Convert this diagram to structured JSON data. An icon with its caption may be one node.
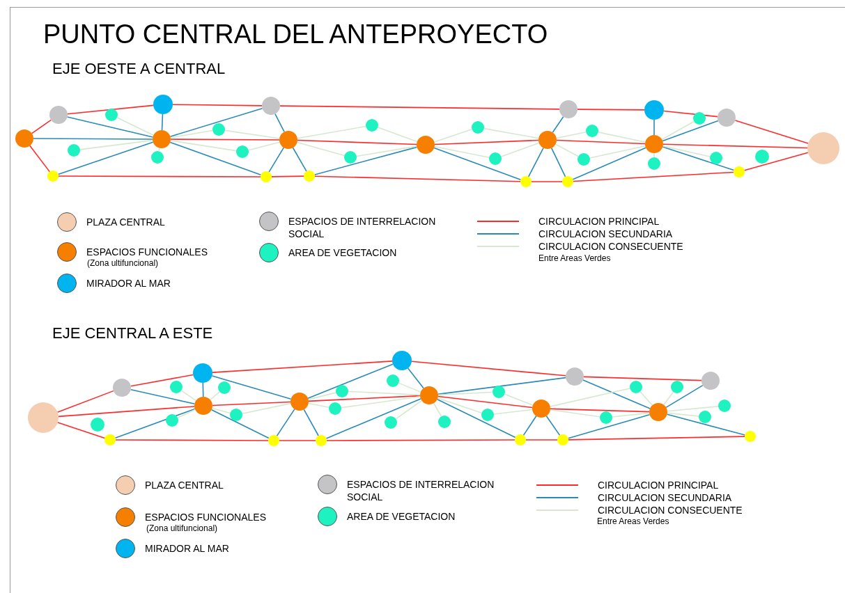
{
  "diagram": {
    "title": "PUNTO CENTRAL DEL ANTEPROYECTO",
    "nodes": [
      {
        "text": [],
        "shape": "circle"
      },
      {
        "text": [],
        "shape": "circle"
      },
      {
        "text": [],
        "shape": "circle"
      },
      {
        "text": [],
        "shape": "circle"
      },
      {
        "text": [],
        "shape": "circle"
      },
      {
        "text": [],
        "shape": "circle"
      },
      {
        "text": [],
        "shape": "circle"
      },
      {
        "text": [],
        "shape": "circle"
      },
      {
        "text": [],
        "shape": "circle"
      },
      {
        "text": [],
        "shape": "circle"
      },
      {
        "text": [],
        "shape": "circle"
      },
      {
        "text": [],
        "shape": "circle"
      },
      {
        "text": [],
        "shape": "circle"
      },
      {
        "text": [],
        "shape": "circle"
      },
      {
        "text": [],
        "shape": "circle"
      },
      {
        "text": [],
        "shape": "circle"
      },
      {
        "text": [],
        "shape": "circle"
      },
      {
        "text": [],
        "shape": "circle"
      },
      {
        "text": [],
        "shape": "circle"
      },
      {
        "text": [],
        "shape": "circle"
      },
      {
        "text": [],
        "shape": "circle"
      },
      {
        "text": [],
        "shape": "circle"
      },
      {
        "text": [],
        "shape": "circle"
      },
      {
        "text": [],
        "shape": "circle"
      },
      {
        "text": [],
        "shape": "circle"
      },
      {
        "text": [],
        "shape": "circle"
      },
      {
        "text": [],
        "shape": "circle"
      },
      {
        "text": [],
        "shape": "circle"
      },
      {
        "text": [],
        "shape": "circle"
      },
      {
        "text": [],
        "shape": "circle"
      },
      {
        "text": [],
        "shape": "circle"
      },
      {
        "text": [],
        "shape": "circle"
      },
      {
        "text": [],
        "shape": "circle"
      },
      {
        "text": [],
        "shape": "circle"
      },
      {
        "text": [],
        "shape": "circle"
      },
      {
        "text": [],
        "shape": "circle"
      },
      {
        "text": [],
        "shape": "circle"
      },
      {
        "text": [],
        "shape": "circle"
      },
      {
        "text": [],
        "shape": "circle"
      },
      {
        "text": [],
        "shape": "circle"
      },
      {
        "text": [],
        "shape": "circle"
      },
      {
        "text": [],
        "shape": "circle"
      },
      {
        "text": [],
        "shape": "circle"
      },
      {
        "text": [],
        "shape": "circle"
      },
      {
        "text": [],
        "shape": "circle"
      },
      {
        "text": [],
        "shape": "circle"
      },
      {
        "text": [],
        "shape": "circle"
      },
      {
        "text": [],
        "shape": "circle"
      },
      {
        "text": [],
        "shape": "circle"
      },
      {
        "text": [],
        "shape": "circle"
      },
      {
        "text": [],
        "shape": "circle"
      },
      {
        "text": [],
        "shape": "circle"
      },
      {
        "text": [],
        "shape": "circle"
      },
      {
        "text": [],
        "shape": "circle"
      },
      {
        "text": [],
        "shape": "circle"
      },
      {
        "text": [],
        "shape": "circle"
      },
      {
        "text": [],
        "shape": "circle"
      },
      {
        "text": [],
        "shape": "circle"
      },
      {
        "text": [],
        "shape": "circle"
      },
      {
        "text": [],
        "shape": "circle"
      },
      {
        "text": [],
        "shape": "circle"
      },
      {
        "text": [],
        "shape": "circle"
      },
      {
        "text": [],
        "shape": "circle"
      },
      {
        "text": [],
        "shape": "circle"
      },
      {
        "text": [],
        "shape": "circle"
      },
      {
        "text": [],
        "shape": "circle"
      },
      {
        "text": [],
        "shape": "circle"
      },
      {
        "text": [],
        "shape": "circle"
      }
    ],
    "edges": [
      {
        "from": 0,
        "to": 1,
        "arrow": "none",
        "color": "#ff2a2a"
      },
      {
        "from": 1,
        "to": 5,
        "arrow": "none",
        "color": "#ff2a2a"
      },
      {
        "from": 5,
        "to": 10,
        "arrow": "none",
        "color": "#ff2a2a"
      },
      {
        "from": 10,
        "to": 19,
        "arrow": "none",
        "color": "#ff2a2a"
      },
      {
        "from": 19,
        "to": 25,
        "arrow": "none",
        "color": "#ff2a2a"
      },
      {
        "from": 25,
        "to": 30,
        "arrow": "none",
        "color": "#ff2a2a"
      },
      {
        "from": 30,
        "to": 33,
        "arrow": "none",
        "color": "#ff2a2a"
      },
      {
        "from": 0,
        "to": 2,
        "arrow": "none",
        "color": "#ff2a2a"
      },
      {
        "from": 2,
        "to": 12,
        "arrow": "none",
        "color": "#ff2a2a"
      },
      {
        "from": 12,
        "to": 13,
        "arrow": "none",
        "color": "#ff2a2a"
      },
      {
        "from": 13,
        "to": 23,
        "arrow": "none",
        "color": "#ff2a2a"
      },
      {
        "from": 23,
        "to": 24,
        "arrow": "none",
        "color": "#ff2a2a"
      },
      {
        "from": 24,
        "to": 31,
        "arrow": "none",
        "color": "#ff2a2a"
      },
      {
        "from": 31,
        "to": 33,
        "arrow": "none",
        "color": "#ff2a2a"
      },
      {
        "from": 6,
        "to": 11,
        "arrow": "none",
        "color": "#ff2a2a"
      },
      {
        "from": 11,
        "to": 16,
        "arrow": "none",
        "color": "#ff2a2a"
      },
      {
        "from": 16,
        "to": 20,
        "arrow": "none",
        "color": "#ff2a2a"
      },
      {
        "from": 20,
        "to": 26,
        "arrow": "none",
        "color": "#ff2a2a"
      },
      {
        "from": 26,
        "to": 33,
        "arrow": "none",
        "color": "#ff2a2a"
      },
      {
        "from": 0,
        "to": 6,
        "arrow": "none",
        "color": "#2a8ab8"
      },
      {
        "from": 1,
        "to": 6,
        "arrow": "none",
        "color": "#2a8ab8"
      },
      {
        "from": 5,
        "to": 6,
        "arrow": "none",
        "color": "#2a8ab8"
      },
      {
        "from": 2,
        "to": 6,
        "arrow": "none",
        "color": "#2a8ab8"
      },
      {
        "from": 6,
        "to": 10,
        "arrow": "none",
        "color": "#2a8ab8"
      },
      {
        "from": 6,
        "to": 12,
        "arrow": "none",
        "color": "#2a8ab8"
      },
      {
        "from": 10,
        "to": 11,
        "arrow": "none",
        "color": "#2a8ab8"
      },
      {
        "from": 11,
        "to": 12,
        "arrow": "none",
        "color": "#2a8ab8"
      },
      {
        "from": 11,
        "to": 13,
        "arrow": "none",
        "color": "#2a8ab8"
      },
      {
        "from": 13,
        "to": 16,
        "arrow": "none",
        "color": "#2a8ab8"
      },
      {
        "from": 16,
        "to": 23,
        "arrow": "none",
        "color": "#2a8ab8"
      },
      {
        "from": 23,
        "to": 20,
        "arrow": "none",
        "color": "#2a8ab8"
      },
      {
        "from": 20,
        "to": 19,
        "arrow": "none",
        "color": "#2a8ab8"
      },
      {
        "from": 20,
        "to": 24,
        "arrow": "none",
        "color": "#2a8ab8"
      },
      {
        "from": 24,
        "to": 26,
        "arrow": "none",
        "color": "#2a8ab8"
      },
      {
        "from": 26,
        "to": 25,
        "arrow": "none",
        "color": "#2a8ab8"
      },
      {
        "from": 26,
        "to": 30,
        "arrow": "none",
        "color": "#2a8ab8"
      },
      {
        "from": 26,
        "to": 31,
        "arrow": "none",
        "color": "#2a8ab8"
      },
      {
        "from": 3,
        "to": 6,
        "arrow": "none"
      },
      {
        "from": 4,
        "to": 6,
        "arrow": "none"
      },
      {
        "from": 7,
        "to": 6,
        "arrow": "none"
      },
      {
        "from": 6,
        "to": 8,
        "arrow": "none"
      },
      {
        "from": 8,
        "to": 11,
        "arrow": "none"
      },
      {
        "from": 6,
        "to": 9,
        "arrow": "none"
      },
      {
        "from": 9,
        "to": 11,
        "arrow": "none"
      },
      {
        "from": 11,
        "to": 14,
        "arrow": "none"
      },
      {
        "from": 14,
        "to": 16,
        "arrow": "none"
      },
      {
        "from": 11,
        "to": 15,
        "arrow": "none"
      },
      {
        "from": 15,
        "to": 16,
        "arrow": "none"
      },
      {
        "from": 16,
        "to": 17,
        "arrow": "none"
      },
      {
        "from": 17,
        "to": 20,
        "arrow": "none"
      },
      {
        "from": 16,
        "to": 18,
        "arrow": "none"
      },
      {
        "from": 18,
        "to": 20,
        "arrow": "none"
      },
      {
        "from": 20,
        "to": 21,
        "arrow": "none"
      },
      {
        "from": 21,
        "to": 26,
        "arrow": "none"
      },
      {
        "from": 20,
        "to": 22,
        "arrow": "none"
      },
      {
        "from": 22,
        "to": 26,
        "arrow": "none"
      },
      {
        "from": 26,
        "to": 27,
        "arrow": "none"
      },
      {
        "from": 26,
        "to": 28,
        "arrow": "none"
      },
      {
        "from": 26,
        "to": 29,
        "arrow": "none"
      },
      {
        "from": 34,
        "to": 36,
        "arrow": "none",
        "color": "#ff2a2a"
      },
      {
        "from": 36,
        "to": 38,
        "arrow": "none",
        "color": "#ff2a2a"
      },
      {
        "from": 38,
        "to": 49,
        "arrow": "none",
        "color": "#ff2a2a"
      },
      {
        "from": 49,
        "to": 59,
        "arrow": "none",
        "color": "#ff2a2a"
      },
      {
        "from": 59,
        "to": 66,
        "arrow": "none",
        "color": "#ff2a2a"
      },
      {
        "from": 34,
        "to": 37,
        "arrow": "none",
        "color": "#ff2a2a"
      },
      {
        "from": 37,
        "to": 47,
        "arrow": "none",
        "color": "#ff2a2a"
      },
      {
        "from": 47,
        "to": 48,
        "arrow": "none",
        "color": "#ff2a2a"
      },
      {
        "from": 48,
        "to": 57,
        "arrow": "none",
        "color": "#ff2a2a"
      },
      {
        "from": 57,
        "to": 58,
        "arrow": "none",
        "color": "#ff2a2a"
      },
      {
        "from": 58,
        "to": 67,
        "arrow": "none",
        "color": "#ff2a2a"
      },
      {
        "from": 34,
        "to": 41,
        "arrow": "none",
        "color": "#ff2a2a"
      },
      {
        "from": 41,
        "to": 44,
        "arrow": "none",
        "color": "#ff2a2a"
      },
      {
        "from": 44,
        "to": 52,
        "arrow": "none",
        "color": "#ff2a2a"
      },
      {
        "from": 52,
        "to": 56,
        "arrow": "none",
        "color": "#ff2a2a"
      },
      {
        "from": 56,
        "to": 62,
        "arrow": "none",
        "color": "#ff2a2a"
      },
      {
        "from": 36,
        "to": 41,
        "arrow": "none",
        "color": "#2a8ab8"
      },
      {
        "from": 38,
        "to": 41,
        "arrow": "none",
        "color": "#2a8ab8"
      },
      {
        "from": 37,
        "to": 41,
        "arrow": "none",
        "color": "#2a8ab8"
      },
      {
        "from": 38,
        "to": 44,
        "arrow": "none",
        "color": "#2a8ab8"
      },
      {
        "from": 41,
        "to": 47,
        "arrow": "none",
        "color": "#2a8ab8"
      },
      {
        "from": 44,
        "to": 47,
        "arrow": "none",
        "color": "#2a8ab8"
      },
      {
        "from": 44,
        "to": 48,
        "arrow": "none",
        "color": "#2a8ab8"
      },
      {
        "from": 44,
        "to": 49,
        "arrow": "none",
        "color": "#2a8ab8"
      },
      {
        "from": 48,
        "to": 52,
        "arrow": "none",
        "color": "#2a8ab8"
      },
      {
        "from": 49,
        "to": 52,
        "arrow": "none",
        "color": "#2a8ab8"
      },
      {
        "from": 52,
        "to": 59,
        "arrow": "none",
        "color": "#2a8ab8"
      },
      {
        "from": 52,
        "to": 57,
        "arrow": "none",
        "color": "#2a8ab8"
      },
      {
        "from": 57,
        "to": 56,
        "arrow": "none",
        "color": "#2a8ab8"
      },
      {
        "from": 56,
        "to": 58,
        "arrow": "none",
        "color": "#2a8ab8"
      },
      {
        "from": 59,
        "to": 62,
        "arrow": "none",
        "color": "#2a8ab8"
      },
      {
        "from": 58,
        "to": 62,
        "arrow": "none",
        "color": "#2a8ab8"
      },
      {
        "from": 62,
        "to": 66,
        "arrow": "none",
        "color": "#2a8ab8"
      },
      {
        "from": 62,
        "to": 67,
        "arrow": "none",
        "color": "#2a8ab8"
      },
      {
        "from": 39,
        "to": 41,
        "arrow": "none"
      },
      {
        "from": 40,
        "to": 41,
        "arrow": "none"
      },
      {
        "from": 41,
        "to": 42,
        "arrow": "none"
      },
      {
        "from": 41,
        "to": 43,
        "arrow": "none"
      },
      {
        "from": 43,
        "to": 44,
        "arrow": "none"
      },
      {
        "from": 44,
        "to": 45,
        "arrow": "none"
      },
      {
        "from": 45,
        "to": 52,
        "arrow": "none"
      },
      {
        "from": 44,
        "to": 46,
        "arrow": "none"
      },
      {
        "from": 46,
        "to": 52,
        "arrow": "none"
      },
      {
        "from": 50,
        "to": 52,
        "arrow": "none"
      },
      {
        "from": 51,
        "to": 52,
        "arrow": "none"
      },
      {
        "from": 52,
        "to": 53,
        "arrow": "none"
      },
      {
        "from": 52,
        "to": 54,
        "arrow": "none"
      },
      {
        "from": 54,
        "to": 56,
        "arrow": "none"
      },
      {
        "from": 52,
        "to": 55,
        "arrow": "none"
      },
      {
        "from": 55,
        "to": 56,
        "arrow": "none"
      },
      {
        "from": 56,
        "to": 60,
        "arrow": "none"
      },
      {
        "from": 60,
        "to": 62,
        "arrow": "none"
      },
      {
        "from": 56,
        "to": 61,
        "arrow": "none"
      },
      {
        "from": 61,
        "to": 62,
        "arrow": "none"
      },
      {
        "from": 62,
        "to": 63,
        "arrow": "none"
      },
      {
        "from": 62,
        "to": 64,
        "arrow": "none"
      },
      {
        "from": 62,
        "to": 65,
        "arrow": "none"
      }
    ],
    "labels": [
      "EJE OESTE A CENTRAL",
      "(Zona ultifuncional)",
      "Entre Areas Verdes",
      "EJE CENTRAL A ESTE",
      "(Zona ultifuncional)",
      "Entre Areas Verdes"
    ],
    "legend": [
      {
        "text": "PLAZA CENTRAL",
        "color": "#f5cdb0"
      },
      {
        "text": "ESPACIOS FUNCIONALES",
        "color": "#f77f00"
      },
      {
        "text": "MIRADOR AL MAR",
        "color": "#00b4f0"
      },
      {
        "text": "ESPACIOS DE INTERRELACION SOCIAL",
        "color": "#c4c4c6"
      },
      {
        "text": "AREA DE VEGETACION",
        "color": "#1ef2c0"
      },
      {
        "text": "CIRCULACION PRINCIPAL"
      },
      {
        "text": "CIRCULACION SECUNDARIA"
      },
      {
        "text": "CIRCULACION CONSECUENTE"
      },
      {
        "text": "PLAZA CENTRAL",
        "color": "#f5cdb0"
      },
      {
        "text": "ESPACIOS FUNCIONALES",
        "color": "#f77f00"
      },
      {
        "text": "MIRADOR AL MAR",
        "color": "#00b4f0"
      },
      {
        "text": "ESPACIOS DE INTERRELACION SOCIAL",
        "color": "#c4c4c6"
      },
      {
        "text": "AREA DE VEGETACION",
        "color": "#1ef2c0"
      },
      {
        "text": "CIRCULACION PRINCIPAL"
      },
      {
        "text": "CIRCULACION SECUNDARIA"
      },
      {
        "text": "CIRCULACION CONSECUENTE"
      }
    ]
  }
}
